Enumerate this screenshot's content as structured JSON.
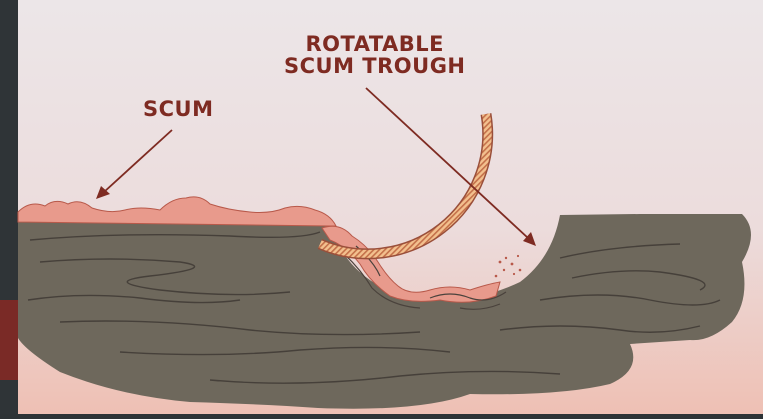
{
  "labels": {
    "scum": "SCUM",
    "trough_line1": "ROTATABLE",
    "trough_line2": "SCUM TROUGH"
  },
  "colors": {
    "background": "#eadad7",
    "water": "#6e685c",
    "scum": "#e89a8c",
    "trough": "#f0b884",
    "label": "#7e2b22"
  }
}
